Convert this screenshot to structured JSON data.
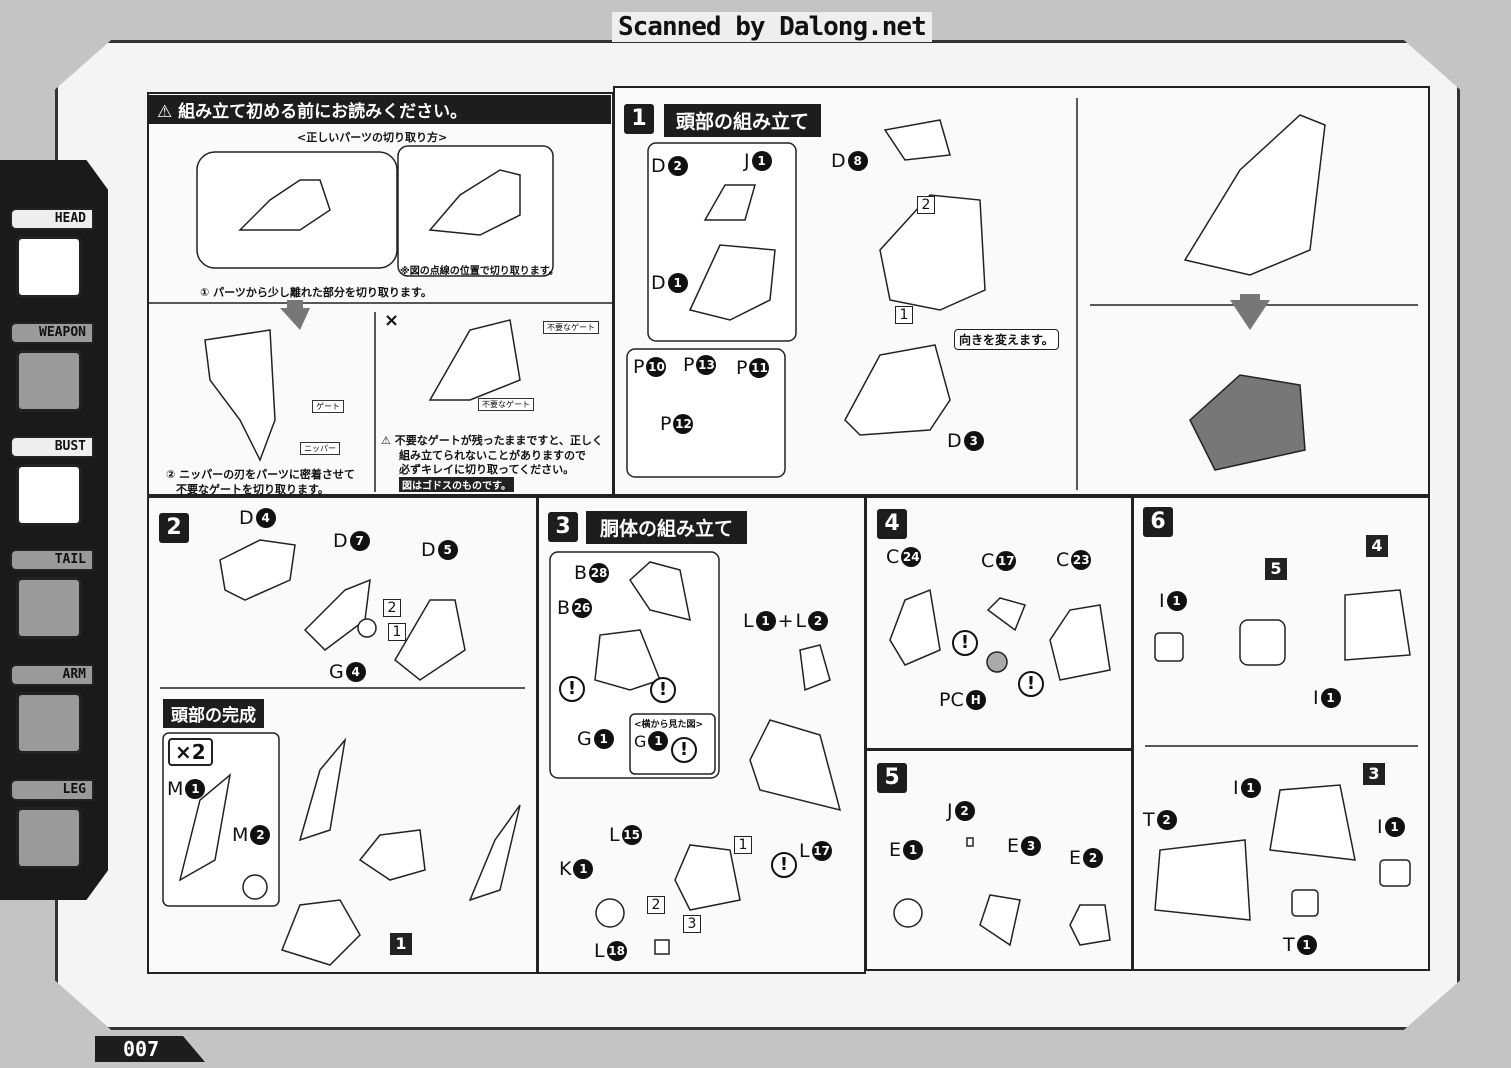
{
  "watermark": "Scanned by Dalong.net",
  "page_number": "007",
  "sidebar": {
    "tabs": [
      {
        "label": "HEAD"
      },
      {
        "label": "WEAPON"
      },
      {
        "label": "BUST"
      },
      {
        "label": "TAIL"
      },
      {
        "label": "ARM"
      },
      {
        "label": "LEG"
      }
    ]
  },
  "warning": {
    "title": "組み立て初める前にお読みください。",
    "subtitle": "<正しいパーツの切り取り方>",
    "dotted_note": "※図の点線の位置で切り取ります。",
    "step1": "① パーツから少し離れた部分を切り取ります。",
    "step2_line1": "② ニッパーの刃をパーツに密着させて",
    "step2_line2": "不要なゲートを切り取ります。",
    "gate": "ゲート",
    "nipper": "ニッパー",
    "unneeded_gate": "不要なゲート",
    "wrong_mark": "×",
    "caution_line1": "不要なゲートが残ったままですと、正しく",
    "caution_line2": "組み立てられないことがありますので",
    "caution_line3": "必ずキレイに切り取ってください。",
    "godos_note": "図はゴドスのものです。"
  },
  "step1": {
    "number": "1",
    "title": "頭部の組み立て",
    "turn_note": "向きを変えます。",
    "parts": [
      {
        "l": "D",
        "n": "2"
      },
      {
        "l": "J",
        "n": "1"
      },
      {
        "l": "D",
        "n": "1"
      },
      {
        "l": "D",
        "n": "8"
      },
      {
        "l": "P",
        "n": "10"
      },
      {
        "l": "P",
        "n": "13"
      },
      {
        "l": "P",
        "n": "11"
      },
      {
        "l": "P",
        "n": "12"
      },
      {
        "l": "D",
        "n": "3"
      }
    ],
    "order": [
      "2",
      "1"
    ]
  },
  "step2": {
    "number": "2",
    "parts": [
      {
        "l": "D",
        "n": "4"
      },
      {
        "l": "D",
        "n": "7"
      },
      {
        "l": "D",
        "n": "5"
      },
      {
        "l": "G",
        "n": "4"
      }
    ],
    "order": [
      "2",
      "1"
    ],
    "complete_title": "頭部の完成",
    "times": "×2",
    "complete_parts": [
      {
        "l": "M",
        "n": "1"
      },
      {
        "l": "M",
        "n": "2"
      }
    ],
    "ref": "1"
  },
  "step3": {
    "number": "3",
    "title": "胴体の組み立て",
    "side_view": "<横から見た図>",
    "plus": "+",
    "parts": [
      {
        "l": "B",
        "n": "28"
      },
      {
        "l": "B",
        "n": "26"
      },
      {
        "l": "G",
        "n": "1"
      },
      {
        "l": "G",
        "n": "1"
      },
      {
        "l": "L",
        "n": "1"
      },
      {
        "l": "L",
        "n": "2"
      },
      {
        "l": "L",
        "n": "15"
      },
      {
        "l": "K",
        "n": "1"
      },
      {
        "l": "L",
        "n": "17"
      },
      {
        "l": "L",
        "n": "18"
      }
    ],
    "order": [
      "1",
      "2",
      "3"
    ],
    "caution": "!"
  },
  "step4": {
    "number": "4",
    "parts": [
      {
        "l": "C",
        "n": "24"
      },
      {
        "l": "C",
        "n": "17"
      },
      {
        "l": "C",
        "n": "23"
      },
      {
        "l": "PC",
        "n": "H"
      }
    ]
  },
  "step5": {
    "number": "5",
    "parts": [
      {
        "l": "J",
        "n": "2"
      },
      {
        "l": "E",
        "n": "1"
      },
      {
        "l": "E",
        "n": "3"
      },
      {
        "l": "E",
        "n": "2"
      }
    ]
  },
  "step6": {
    "number": "6",
    "parts": [
      {
        "l": "I",
        "n": "1"
      },
      {
        "l": "I",
        "n": "1"
      },
      {
        "l": "I",
        "n": "1"
      },
      {
        "l": "T",
        "n": "2"
      },
      {
        "l": "I",
        "n": "1"
      },
      {
        "l": "T",
        "n": "1"
      }
    ],
    "refs": [
      "5",
      "4",
      "3"
    ]
  }
}
